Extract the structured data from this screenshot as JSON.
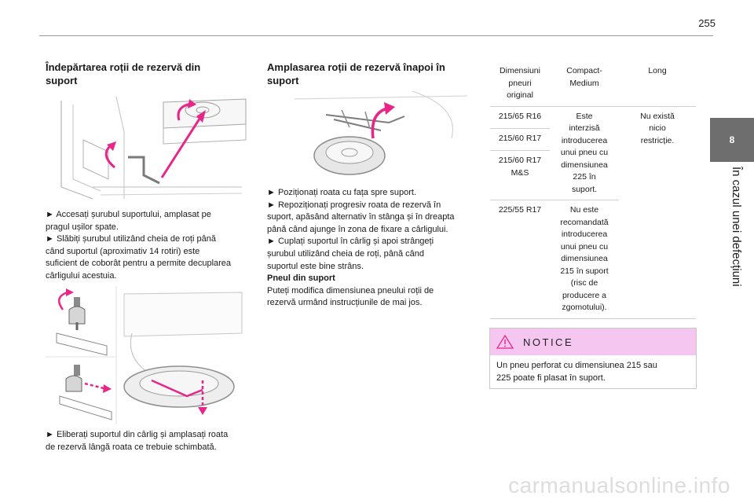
{
  "page_number": "255",
  "chapter": {
    "number": "8",
    "title": "În cazul unei defecțiuni"
  },
  "left": {
    "heading": "Îndepărtarea roții de rezervă din suport",
    "para1": [
      "► Accesați șurubul suportului, amplasat pe",
      "pragul ușilor spate.",
      "► Slăbiți șurubul utilizând cheia de roți până",
      "când suportul (aproximativ 14 rotiri) este",
      "suficient de coborât pentru a permite decuplarea",
      "cârligului acestuia."
    ],
    "para2": [
      "► Eliberați suportul din cârlig și amplasați roata",
      "de rezervă lângă roata ce trebuie schimbată."
    ]
  },
  "middle": {
    "heading": "Amplasarea roții de rezervă înapoi în suport",
    "lines": [
      "► Poziționați roata cu fața spre suport.",
      "► Repoziționați progresiv roata de rezervă în",
      "suport, apăsând alternativ în stânga și în dreapta",
      "până când ajunge în zona de fixare a cârligului.",
      "► Cuplați suportul în cârlig și apoi strângeți",
      "șurubul utilizând cheia de roți, până când",
      "suportul este bine strâns."
    ],
    "subheading": "Pneul din suport",
    "sub_lines": [
      "Puteți modifica dimensiunea pneului roții de",
      "rezervă urmând instrucțiunile de mai jos."
    ]
  },
  "table": {
    "headers": [
      "Dimensiuni pneuri original",
      "Compact-Medium",
      "Long"
    ],
    "header_lines": [
      [
        "Dimensiuni",
        "pneuri",
        "original"
      ],
      [
        "Compact-",
        "Medium"
      ],
      [
        "Long"
      ]
    ],
    "sizes": [
      "215/65 R16",
      "215/60 R17",
      "215/60 R17 M&S",
      "225/55 R17"
    ],
    "size_lines_ms": [
      "215/60 R17",
      "M&S"
    ],
    "compact_text_1": [
      "Este",
      "interzisă",
      "introducerea",
      "unui pneu cu",
      "dimensiunea",
      "225 în",
      "suport."
    ],
    "compact_text_2": [
      "Nu este",
      "recomandată",
      "introducerea",
      "unui pneu cu",
      "dimensiunea",
      "215 în suport",
      "(risc de",
      "producere a",
      "zgomotului)."
    ],
    "long_text": [
      "Nu există",
      "nicio",
      "restricție."
    ]
  },
  "notice": {
    "title": "NOTICE",
    "lines": [
      "Un pneu perforat cu dimensiunea 215 sau",
      "225 poate fi plasat în suport."
    ]
  },
  "watermark": "carmanualsonline.info",
  "colors": {
    "accent": "#e8268a",
    "notice_bg": "#f5c6ef",
    "tab_bg": "#6e6e6e"
  }
}
